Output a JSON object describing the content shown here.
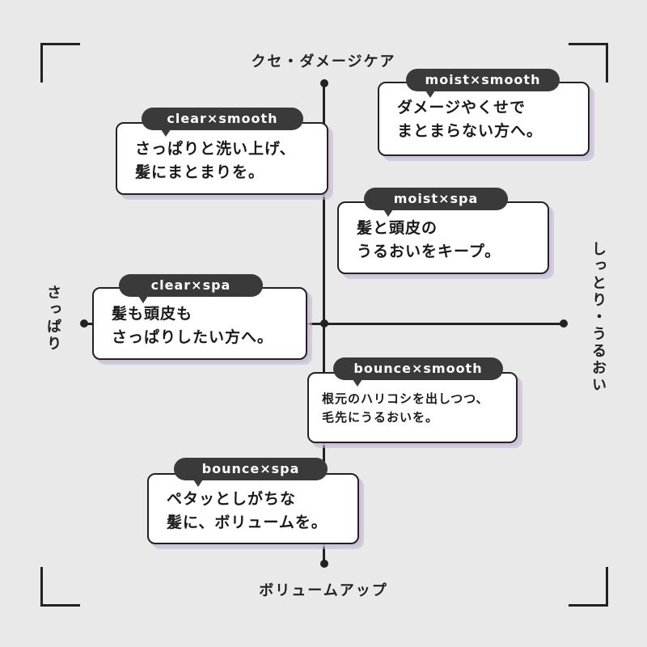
{
  "axes": {
    "top": "クセ・ダメージケア",
    "bottom": "ボリュームアップ",
    "left": "さっぱり",
    "right": "しっとり・うるおい"
  },
  "cards": [
    {
      "tag": "moist×smooth",
      "text": "ダメージやくせで\nまとまらない方へ。"
    },
    {
      "tag": "clear×smooth",
      "text": "さっぱりと洗い上げ、\n髪にまとまりを。"
    },
    {
      "tag": "moist×spa",
      "text": "髪と頭皮の\nうるおいをキープ。"
    },
    {
      "tag": "clear×spa",
      "text": "髪も頭皮も\nさっぱりしたい方へ。"
    },
    {
      "tag": "bounce×smooth",
      "text": "根元のハリコシを出しつつ、\n毛先にうるおいを。"
    },
    {
      "tag": "bounce×spa",
      "text": "ペタッとしがちな\n髪に、ボリュームを。"
    }
  ]
}
